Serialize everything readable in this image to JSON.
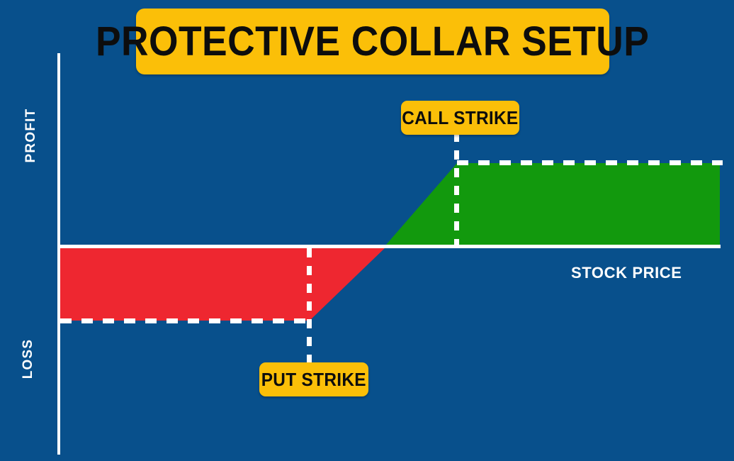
{
  "title": "PROTECTIVE COLLAR SETUP",
  "axes": {
    "y_upper_label": "PROFIT",
    "y_lower_label": "LOSS",
    "x_label": "STOCK PRICE"
  },
  "annotations": {
    "call_strike_label": "CALL STRIKE",
    "put_strike_label": "PUT STRIKE"
  },
  "colors": {
    "background": "#08508c",
    "accent_yellow": "#fbbf08",
    "profit_green": "#12990d",
    "loss_red": "#ee2730",
    "axis_white": "#ffffff",
    "title_text": "#0d0d0d"
  },
  "chart_data": {
    "type": "line",
    "title": "PROTECTIVE COLLAR SETUP",
    "xlabel": "STOCK PRICE",
    "ylabel": "PROFIT / LOSS",
    "grid": false,
    "legend": null,
    "description": "Protective collar option strategy payoff diagram: capped loss below the put strike, linear payoff between strikes, capped profit above the call strike.",
    "x": [
      0,
      35,
      52,
      65,
      100
    ],
    "y": [
      -30,
      -30,
      0,
      35,
      35
    ],
    "series": [
      {
        "name": "Collar payoff",
        "points": [
          {
            "x": 0,
            "y": -30,
            "note": "max loss floor (left edge)"
          },
          {
            "x": 35,
            "y": -30,
            "note": "put strike — loss capped"
          },
          {
            "x": 52,
            "y": 0,
            "note": "breakeven, crosses zero line"
          },
          {
            "x": 65,
            "y": 35,
            "note": "call strike — profit capped"
          },
          {
            "x": 100,
            "y": 35,
            "note": "max profit ceiling (right edge)"
          }
        ]
      }
    ],
    "regions": [
      {
        "name": "loss-region",
        "fill": "#ee2730",
        "from_x": 0,
        "to_x": 52,
        "side": "below-zero"
      },
      {
        "name": "profit-region",
        "fill": "#12990d",
        "from_x": 52,
        "to_x": 100,
        "side": "above-zero"
      }
    ],
    "markers": [
      {
        "label": "PUT STRIKE",
        "x": 35,
        "type": "vertical-dashed"
      },
      {
        "label": "CALL STRIKE",
        "x": 65,
        "type": "vertical-dashed"
      }
    ],
    "reference_lines": [
      {
        "name": "max-loss",
        "y": -30,
        "type": "horizontal-dashed"
      },
      {
        "name": "max-profit",
        "y": 35,
        "type": "horizontal-dashed"
      },
      {
        "name": "zero",
        "y": 0,
        "type": "solid"
      }
    ]
  }
}
